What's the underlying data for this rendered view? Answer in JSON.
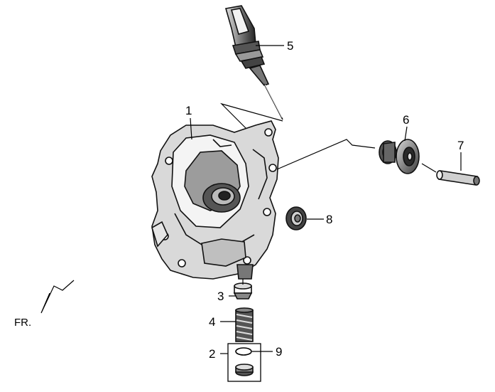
{
  "callouts": {
    "c1": "1",
    "c2": "2",
    "c3": "3",
    "c4": "4",
    "c5": "5",
    "c6": "6",
    "c7": "7",
    "c8": "8",
    "c9": "9"
  },
  "direction_label": "FR.",
  "colors": {
    "line": "#000000",
    "part_dark": "#1a1a1a",
    "part_mid": "#6e6e6e",
    "part_light": "#bdbdbd",
    "background": "#ffffff"
  }
}
